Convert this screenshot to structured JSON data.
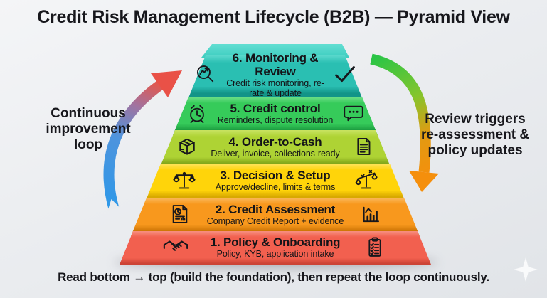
{
  "title": "Credit Risk Management Lifecycle (B2B) — Pyramid View",
  "left_label": {
    "lines": [
      "Continuous",
      "improvement",
      "loop"
    ]
  },
  "right_label": {
    "lines": [
      "Review triggers",
      "re-assessment &",
      "policy updates"
    ]
  },
  "footer_caption": "Read bottom → top (build the foundation), then repeat the loop continuously.",
  "arrows": {
    "left": {
      "name": "continuous-loop-arrow",
      "direction": "up",
      "gradient": [
        "#2e98e8",
        "#e95147"
      ]
    },
    "right": {
      "name": "review-feedback-arrow",
      "direction": "down",
      "gradient": [
        "#2ac546",
        "#f58f0c"
      ]
    }
  },
  "pyramid": {
    "lid_colors": {
      "light": "#62ded2",
      "main": "#3ecdc0"
    },
    "levels": [
      {
        "num": 6,
        "title": "6. Monitoring & Review",
        "subtitle": "Credit risk monitoring, re-rate & update",
        "icon_left": "magnifier-trend-icon",
        "icon_right": "check-icon",
        "colors": {
          "light": "#5ad8cc",
          "face": "#2abfb2",
          "dark": "#129488"
        }
      },
      {
        "num": 5,
        "title": "5. Credit control",
        "subtitle": "Reminders, dispute resolution",
        "icon_left": "alarm-clock-icon",
        "icon_right": "chat-dots-icon",
        "colors": {
          "light": "#6fdf8a",
          "face": "#36cb5a",
          "dark": "#1da041"
        }
      },
      {
        "num": 4,
        "title": "4. Order-to-Cash",
        "subtitle": "Deliver, invoice, collections-ready",
        "icon_left": "package-icon",
        "icon_right": "invoice-icon",
        "colors": {
          "light": "#c8e362",
          "face": "#aed334",
          "dark": "#84a81a"
        }
      },
      {
        "num": 3,
        "title": "3. Decision & Setup",
        "subtitle": "Approve/decline, limits & terms",
        "icon_left": "scales-balanced-icon",
        "icon_right": "scales-tilted-icon",
        "colors": {
          "light": "#ffe45f",
          "face": "#ffd40a",
          "dark": "#d8a900"
        }
      },
      {
        "num": 2,
        "title": "2. Credit Assessment",
        "subtitle": "Company Credit Report + evidence",
        "icon_left": "credit-report-icon",
        "icon_right": "growth-chart-icon",
        "colors": {
          "light": "#fbb95b",
          "face": "#f8981d",
          "dark": "#cf7706"
        }
      },
      {
        "num": 1,
        "title": "1. Policy & Onboarding",
        "subtitle": "Policy, KYB, application intake",
        "icon_left": "handshake-icon",
        "icon_right": "checklist-icon",
        "colors": {
          "light": "#f78f81",
          "face": "#f2604f",
          "dark": "#cc4335"
        }
      }
    ]
  },
  "decor": {
    "sparkle": "sparkle-icon"
  }
}
